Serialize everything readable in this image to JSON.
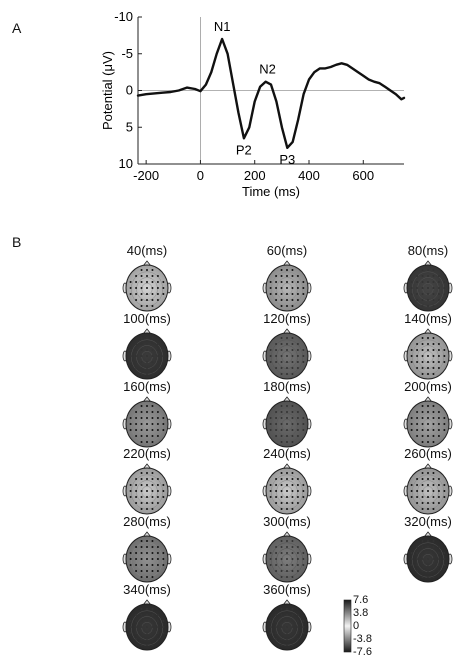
{
  "panels": {
    "a": "A",
    "b": "B"
  },
  "chart_data": [
    {
      "type": "line",
      "xlabel": "Time (ms)",
      "ylabel": "Potential (μV)",
      "xlim": [
        -230,
        750
      ],
      "ylim": [
        10,
        -10
      ],
      "y_inverted": true,
      "xticks": [
        -200,
        0,
        200,
        400,
        600
      ],
      "yticks": [
        -10,
        -5,
        0,
        5,
        10
      ],
      "xtick_labels": [
        "-200",
        "0",
        "200",
        "400",
        "600"
      ],
      "ytick_labels": [
        "-10",
        "-5",
        "0",
        "5",
        "10"
      ],
      "reference_lines": {
        "x": 0,
        "y": 0
      },
      "series": [
        {
          "x": [
            -230,
            -200,
            -170,
            -140,
            -110,
            -80,
            -50,
            -20,
            0,
            20,
            40,
            60,
            80,
            100,
            120,
            140,
            160,
            180,
            200,
            220,
            240,
            260,
            280,
            300,
            320,
            340,
            360,
            380,
            400,
            420,
            440,
            460,
            480,
            500,
            520,
            540,
            560,
            580,
            600,
            620,
            640,
            660,
            680,
            700,
            720,
            740,
            750
          ],
          "y": [
            0.7,
            0.5,
            0.4,
            0.3,
            0.2,
            0.0,
            -0.4,
            -0.2,
            0.1,
            -0.8,
            -2.5,
            -5.0,
            -7.0,
            -5.0,
            -1.0,
            3.0,
            6.5,
            5.0,
            1.5,
            -0.5,
            -1.2,
            -0.8,
            1.5,
            5.0,
            7.8,
            7.0,
            4.0,
            0.5,
            -1.5,
            -2.5,
            -3.0,
            -3.0,
            -3.2,
            -3.5,
            -3.7,
            -3.5,
            -3.0,
            -2.5,
            -2.0,
            -1.5,
            -1.2,
            -1.0,
            -0.5,
            0.0,
            0.5,
            1.2,
            1.0
          ]
        }
      ],
      "annotations": [
        {
          "text": "N1",
          "x": 80,
          "y": -7.0
        },
        {
          "text": "P2",
          "x": 160,
          "y": 6.5
        },
        {
          "text": "N2",
          "x": 240,
          "y": -1.2
        },
        {
          "text": "P3",
          "x": 320,
          "y": 7.8
        }
      ]
    },
    {
      "type": "heatmap",
      "subtype": "scalp-topography",
      "colorscale": "gray",
      "colorbar_range": [
        -7.6,
        7.6
      ],
      "colorbar_ticks": [
        "7.6",
        "3.8",
        "0",
        "-3.8",
        "-7.6"
      ],
      "maps": [
        {
          "label": "40(ms)",
          "tone": 0.1
        },
        {
          "label": "60(ms)",
          "tone": 0.25
        },
        {
          "label": "80(ms)",
          "tone": 0.85
        },
        {
          "label": "100(ms)",
          "tone": 0.9
        },
        {
          "label": "120(ms)",
          "tone": 0.6
        },
        {
          "label": "140(ms)",
          "tone": 0.2
        },
        {
          "label": "160(ms)",
          "tone": 0.4
        },
        {
          "label": "180(ms)",
          "tone": 0.65
        },
        {
          "label": "200(ms)",
          "tone": 0.35
        },
        {
          "label": "220(ms)",
          "tone": 0.15
        },
        {
          "label": "240(ms)",
          "tone": 0.15
        },
        {
          "label": "260(ms)",
          "tone": 0.2
        },
        {
          "label": "280(ms)",
          "tone": 0.45
        },
        {
          "label": "300(ms)",
          "tone": 0.55
        },
        {
          "label": "320(ms)",
          "tone": 0.92
        },
        {
          "label": "340(ms)",
          "tone": 0.92
        },
        {
          "label": "360(ms)",
          "tone": 0.92
        }
      ]
    }
  ]
}
